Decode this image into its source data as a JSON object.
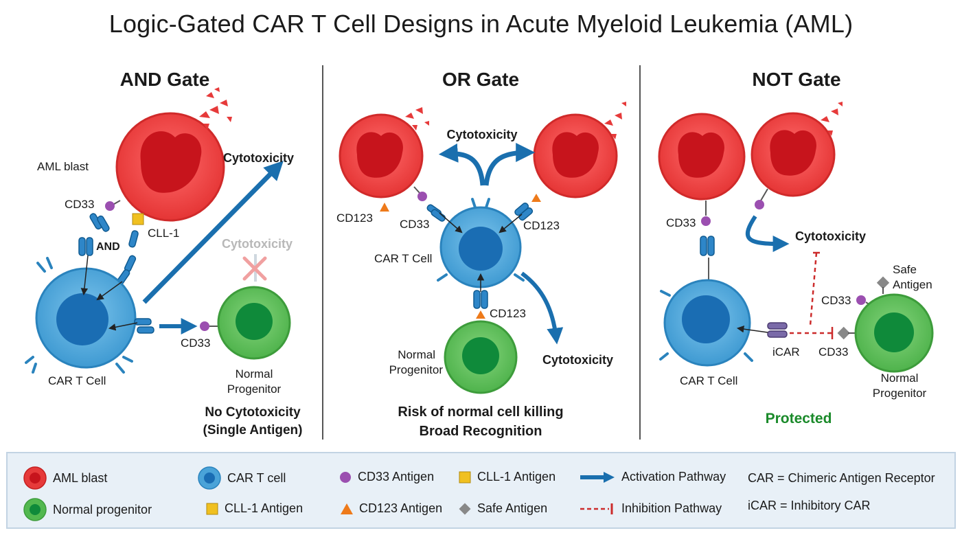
{
  "title": "Logic-Gated CAR T Cell Designs in Acute Myeloid Leukemia (AML)",
  "colors": {
    "aml": "#e63a3a",
    "aml_core": "#c7141c",
    "normal": "#52b84f",
    "normal_core": "#0f8a3a",
    "cart": "#4aa3d8",
    "cart_core": "#1a6db3",
    "cd33": "#9b4fb0",
    "cll1": "#f0c020",
    "cd123": "#ee7a1a",
    "safe": "#888888",
    "arrow": "#1a6fae",
    "inhibit": "#cc2b2b",
    "protected": "#1a8a2a"
  },
  "panels": {
    "and": {
      "heading": "AND Gate",
      "aml_label": "AML blast",
      "cd33_label": "CD33",
      "cll1_label": "CLL-1",
      "and_label": "AND",
      "cytotoxicity": "Cytotoxicity",
      "cytotoxicity_blocked": "Cytotoxicity",
      "cart_label": "CAR T Cell",
      "cd33_normal_label": "CD33",
      "normal_label_1": "Normal",
      "normal_label_2": "Progenitor",
      "outcome_1": "No Cytotoxicity",
      "outcome_2": "(Single Antigen)"
    },
    "or": {
      "heading": "OR Gate",
      "cytotoxicity_top": "Cytotoxicity",
      "cd123_left": "CD123",
      "cd33_left": "CD33",
      "cd123_right": "CD123",
      "cart_label": "CAR T Cell",
      "cd123_bottom": "CD123",
      "normal_label_1": "Normal",
      "normal_label_2": "Progenitor",
      "cytotoxicity_bottom": "Cytotoxicity",
      "outcome_1": "Risk of normal cell killing",
      "outcome_2": "Broad Recognition"
    },
    "not": {
      "heading": "NOT Gate",
      "cd33_label": "CD33",
      "cytotoxicity": "Cytotoxicity",
      "safe_label_1": "Safe",
      "safe_label_2": "Antigen",
      "cd33_normal_top": "CD33",
      "cd33_normal_bottom": "CD33",
      "icar_label": "iCAR",
      "cart_label": "CAR T Cell",
      "normal_label_1": "Normal",
      "normal_label_2": "Progenitor",
      "outcome": "Protected"
    }
  },
  "legend": {
    "aml_blast": "AML blast",
    "normal_progenitor": "Normal progenitor",
    "car_t_cell": "CAR T cell",
    "cll1_antigen_a": "CLL-1 Antigen",
    "cd33_antigen": "CD33 Antigen",
    "cd123_antigen": "CD123 Antigen",
    "cll1_antigen_b": "CLL-1 Antigen",
    "safe_antigen": "Safe Antigen",
    "activation_pathway": "Activation Pathway",
    "inhibition_pathway": "Inhibition Pathway",
    "car_def": "CAR = Chimeric Antigen Receptor",
    "icar_def": "iCAR = Inhibitory CAR"
  }
}
